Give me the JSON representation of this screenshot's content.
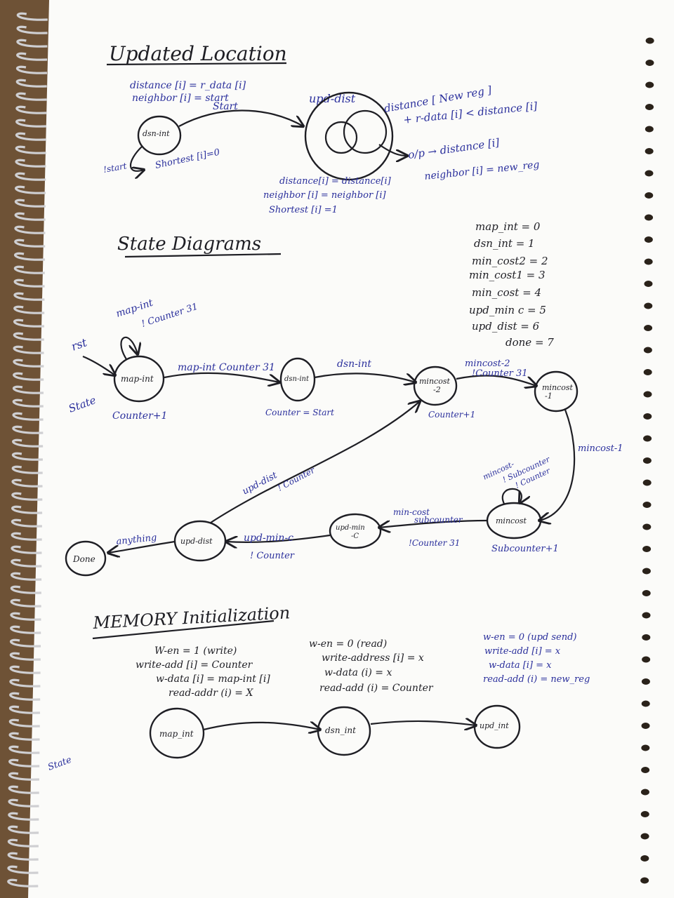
{
  "updated_location": {
    "heading": "Updated Location",
    "init_lines": [
      "distance [i] = r_data [i]",
      "neighbor [i] = start",
      "Start"
    ],
    "state_dsn_int": "dsn-int",
    "start_label": "!start",
    "shortest_label": "Shortest [i]=0",
    "state_upd_dist": "upd-dist",
    "cond_lines": [
      "distance [ New reg ]",
      "+ r-data [i] < distance [i]"
    ],
    "output_lines": [
      "o/p → distance [i]",
      "neighbor [i] = new_reg"
    ],
    "else_lines": [
      "distance[i] = distance[i]",
      "neighbor [i] = neighbor [i]",
      "Shortest [i] =1"
    ]
  },
  "state_diagram": {
    "heading": "State Diagrams",
    "codes": [
      "map_int = 0",
      "dsn_int = 1",
      "min_cost2 = 2",
      "min_cost1 = 3",
      "min_cost = 4",
      "upd_min c = 5",
      "upd_dist = 6",
      "done = 7"
    ],
    "rst_label": "rst",
    "state_side_label": "State",
    "self_loop_label": [
      "map-int",
      "! Counter 31"
    ],
    "nodes": {
      "map_int": "map-int",
      "dsn_int": "dsn-int",
      "mincost2": [
        "mincost",
        "-2"
      ],
      "mincost1": [
        "mincost",
        "-1"
      ],
      "mincost": "mincost",
      "upd_min_c": [
        "upd-min",
        "-C"
      ],
      "upd_dist": "upd-dist",
      "done": "Done"
    },
    "edges": {
      "map_to_dsn": "map-int Counter 31",
      "dsn_to_mc2": "dsn-int",
      "mc2_to_mc1": [
        "mincost-2",
        "!Counter 31"
      ],
      "mc1_to_mc": "mincost-1",
      "mc_self": [
        "mincost-",
        "! Subcounter",
        "! Counter"
      ],
      "mc_to_updmin": [
        "min-cost",
        "subcounter"
      ],
      "updmin_to_upddist": "upd-min-c",
      "dist_to_mc2": [
        "upd-dist",
        "! Counter"
      ],
      "dist_to_done": "anything"
    },
    "notes": {
      "counter1": "Counter+1",
      "counter_start": "Counter = Start",
      "counter1_b": "Counter+1",
      "subcounter": "Subcounter+1",
      "not_counter31": "!Counter 31",
      "not_counter": "! Counter"
    }
  },
  "memory_init": {
    "heading": "MEMORY Initialization",
    "col1": [
      "W-en = 1 (write)",
      "write-add [i] = Counter",
      "w-data [i] = map-int [i]",
      "read-addr (i) = X"
    ],
    "col2": [
      "w-en = 0 (read)",
      "write-address [i] = x",
      "w-data (i) = x",
      "read-add (i) = Counter"
    ],
    "col3": [
      "w-en = 0 (upd send)",
      "write-add [i] = x",
      "w-data [i] = x",
      "read-add (i) = new_reg"
    ],
    "states": [
      "map_int",
      "dsn_int",
      "upd_int"
    ],
    "state_label": "State"
  }
}
